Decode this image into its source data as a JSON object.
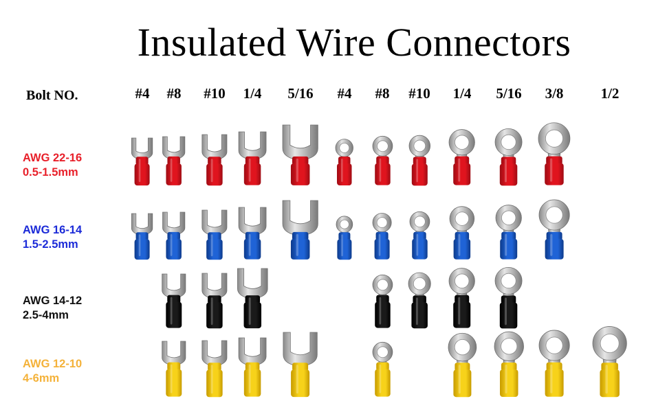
{
  "title": "Insulated Wire Connectors",
  "bolt_label": "Bolt NO.",
  "columns": [
    "#4",
    "#8",
    "#10",
    "1/4",
    "5/16",
    "#4",
    "#8",
    "#10",
    "1/4",
    "5/16",
    "3/8",
    "1/2"
  ],
  "rows": [
    {
      "awg": "AWG 22-16",
      "mm": "0.5-1.5mm",
      "color": "#e8202a",
      "sleeve": "#e0141e",
      "sleeve_dark": "#9e0c14"
    },
    {
      "awg": "AWG 16-14",
      "mm": "1.5-2.5mm",
      "color": "#1c2bd8",
      "sleeve": "#1f63d6",
      "sleeve_dark": "#0d3a8a"
    },
    {
      "awg": "AWG 14-12",
      "mm": "2.5-4mm",
      "color": "#111111",
      "sleeve": "#1a1a1a",
      "sleeve_dark": "#000000"
    },
    {
      "awg": "AWG 12-10",
      "mm": "4-6mm",
      "color": "#f4b23a",
      "sleeve": "#f7d21a",
      "sleeve_dark": "#c79b00"
    }
  ]
}
